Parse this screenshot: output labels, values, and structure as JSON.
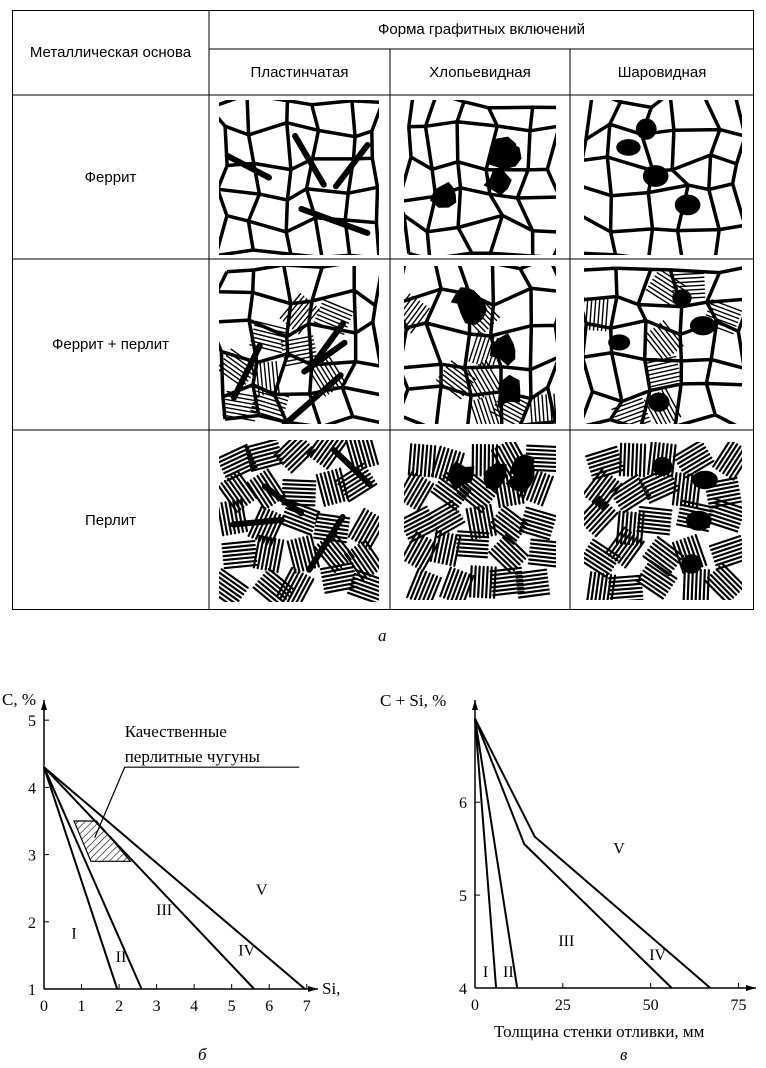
{
  "table": {
    "corner_header": "Металлическая основа",
    "group_header": "Форма графитных включений",
    "columns": [
      "Пластинчатая",
      "Хлопьевидная",
      "Шаровидная"
    ],
    "rows": [
      "Феррит",
      "Феррит + перлит",
      "Перлит"
    ]
  },
  "captions": {
    "a": "а",
    "b": "б",
    "v": "в"
  },
  "chart_b": {
    "ylabel": "C, %",
    "xlabel": "Si, %",
    "annotation": "Качественные перлитные чугуны",
    "region_labels": [
      "I",
      "II",
      "III",
      "IV",
      "V"
    ],
    "x_ticks": [
      "0",
      "1",
      "2",
      "3",
      "4",
      "5",
      "6",
      "7"
    ],
    "y_ticks": [
      "1",
      "2",
      "3",
      "4",
      "5"
    ]
  },
  "chart_v": {
    "ylabel": "C + Si, %",
    "xlabel": "Толщина стенки отливки, мм",
    "region_labels": [
      "I",
      "II",
      "III",
      "IV",
      "V"
    ],
    "x_ticks": [
      "0",
      "25",
      "50",
      "75"
    ],
    "y_ticks": [
      "4",
      "5",
      "6"
    ]
  },
  "chart_data": [
    {
      "type": "line",
      "xlabel": "Si, %",
      "ylabel": "C, %",
      "xlim": [
        0,
        7.3
      ],
      "ylim": [
        1,
        5.3
      ],
      "series": [
        {
          "x": [
            0,
            1.95
          ],
          "y": [
            4.3,
            1
          ]
        },
        {
          "x": [
            0,
            2.6
          ],
          "y": [
            4.3,
            1
          ]
        },
        {
          "x": [
            0,
            5.6
          ],
          "y": [
            4.3,
            1
          ]
        },
        {
          "x": [
            0,
            6.95
          ],
          "y": [
            4.3,
            1
          ]
        }
      ],
      "region": {
        "x": [
          0.8,
          1.4,
          2.3,
          1.25
        ],
        "y": [
          3.5,
          3.5,
          2.9,
          2.9
        ]
      },
      "annotations": [
        "Качественные перлитные чугуны",
        "I",
        "II",
        "III",
        "IV",
        "V"
      ]
    },
    {
      "type": "line",
      "xlabel": "Толщина стенки отливки, мм",
      "ylabel": "C + Si, %",
      "xlim": [
        0,
        80
      ],
      "ylim": [
        4,
        7.1
      ],
      "series": [
        {
          "x": [
            0,
            6
          ],
          "y": [
            6.9,
            4
          ]
        },
        {
          "x": [
            0,
            12
          ],
          "y": [
            6.9,
            4
          ]
        },
        {
          "x": [
            0,
            14,
            56
          ],
          "y": [
            6.9,
            5.55,
            4
          ]
        },
        {
          "x": [
            0,
            17,
            67
          ],
          "y": [
            6.9,
            5.63,
            4
          ]
        }
      ],
      "annotations": [
        "I",
        "II",
        "III",
        "IV",
        "V"
      ]
    }
  ]
}
